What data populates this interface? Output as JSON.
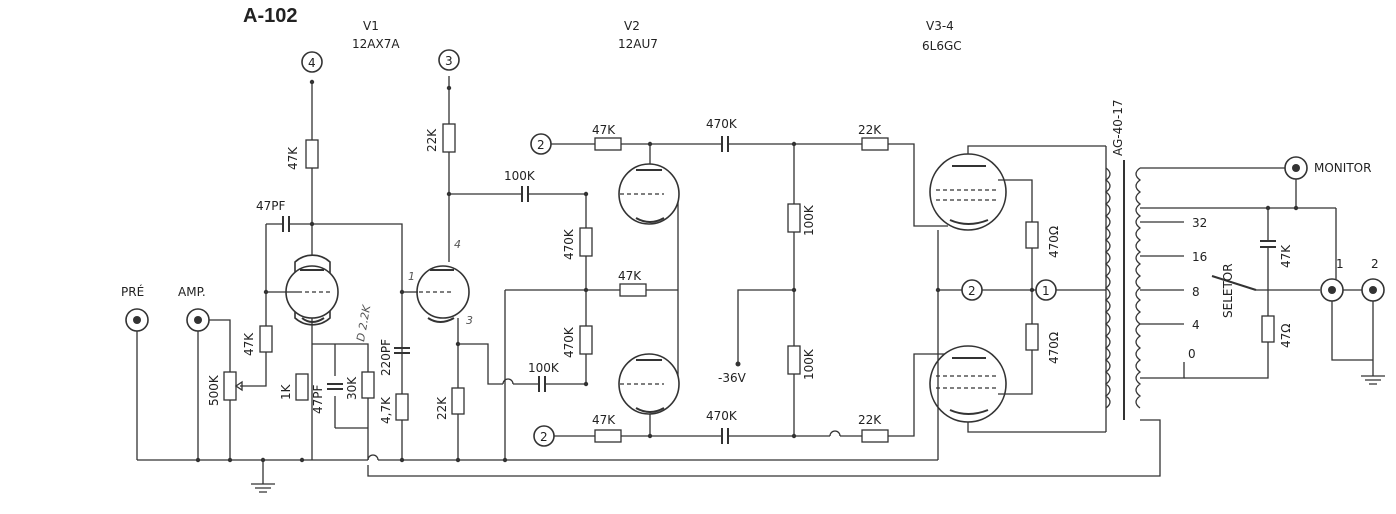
{
  "title": "A-102",
  "tubes": {
    "v1": {
      "name": "V1",
      "type": "12AX7A"
    },
    "v2": {
      "name": "V2",
      "type": "12AU7"
    },
    "v34": {
      "name": "V3-4",
      "type": "6L6GC"
    }
  },
  "nodes": {
    "n4": "4",
    "n3": "3",
    "n2a": "2",
    "n2b": "2",
    "n2c": "2",
    "n1": "1"
  },
  "components": {
    "r_v1_plate": "47K",
    "c_v1_fb": "47PF",
    "r_v1_grid": "47K",
    "pot": "500K",
    "r_v1_cath": "1K",
    "c_v1_cath": "47PF",
    "r_30k": "30K",
    "c_220": "220PF",
    "r_4k7": "4,7K",
    "r_pi_plate": "22K",
    "c_100k_top": "100K",
    "r_pi_cath": "22K",
    "c_100k_bot": "100K",
    "r_470k_a": "470K",
    "r_470k_b": "470K",
    "r_47k_mid": "47K",
    "r_47k_top": "47K",
    "r_47k_bot": "47K",
    "c_470k_top": "470K",
    "c_470k_bot": "470K",
    "r_100k_a": "100K",
    "r_100k_b": "100K",
    "bias": "-36V",
    "r_22k_top": "22K",
    "r_22k_bot": "22K",
    "r_470_top": "470Ω",
    "r_470_bot": "470Ω",
    "transformer": "AG-40-17",
    "r_fb": "47K",
    "r_47": "47Ω"
  },
  "hand_notes": {
    "a": "1",
    "b": "4",
    "c": "3",
    "d": "D 2.2K"
  },
  "inputs": {
    "pre": "PRÉ",
    "amp": "AMP."
  },
  "outputs": {
    "monitor": "MONITOR",
    "o1": "1",
    "o2": "2"
  },
  "selector": {
    "label": "SELETOR",
    "taps": [
      "32",
      "16",
      "8",
      "4",
      "0"
    ]
  }
}
